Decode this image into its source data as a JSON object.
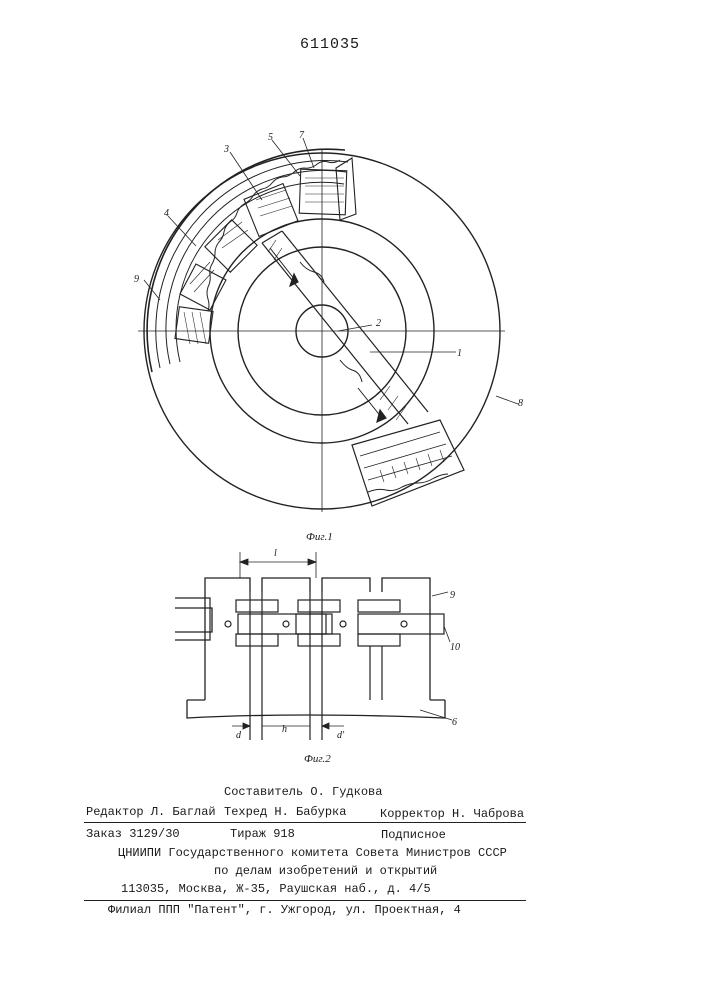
{
  "patent_number": "611035",
  "figure1": {
    "caption": "Фиг.1",
    "labels": {
      "l1": "1",
      "l2": "2",
      "l3": "3",
      "l4": "4",
      "l5": "5",
      "l7": "7",
      "l8": "8",
      "l9": "9"
    }
  },
  "figure2": {
    "caption": "Фиг.2",
    "labels": {
      "l_pitch": "l",
      "l9": "9",
      "l10": "10",
      "l6": "6",
      "d": "d",
      "h": "h",
      "d_prime": "d'"
    }
  },
  "footer": {
    "compiler": "Составитель О. Гудкова",
    "editor": "Редактор Л. Баглай",
    "techred": "Техред Н. Бабурка",
    "corrector": "Корректор Н. Чаброва",
    "order": "Заказ 3129/30",
    "circulation": "Тираж 918",
    "subscription": "Подписное",
    "org_line1": "ЦНИИПИ Государственного комитета Совета Министров СССР",
    "org_line2": "по делам изобретений и открытий",
    "address": "113035, Москва, Ж-35, Раушская наб., д. 4/5",
    "branch": "Филиал ППП \"Патент\", г. Ужгород, ул. Проектная, 4"
  }
}
